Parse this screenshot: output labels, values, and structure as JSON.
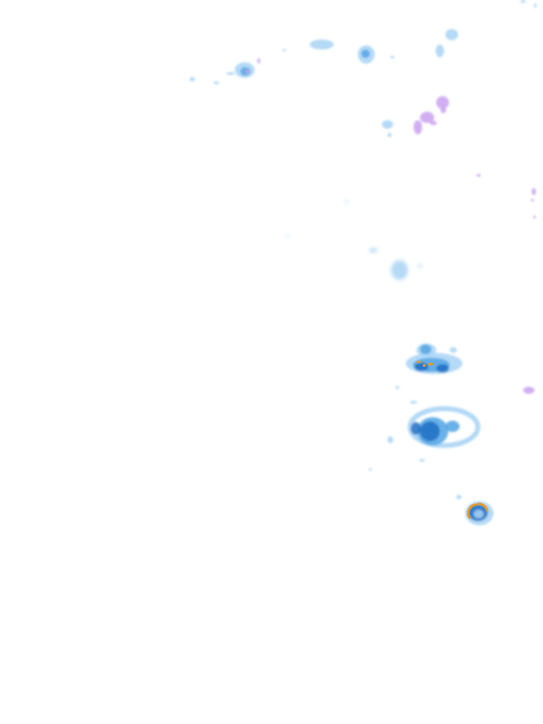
{
  "map": {
    "kind": "weather-radar-overlay",
    "background_color": "#ffffff",
    "palette": {
      "light_rain": "#a8d4f5",
      "moderate_rain": "#5aa9e6",
      "heavy_rain": "#1f6fc4",
      "very_heavy_rain": "#e39a2f",
      "hail_or_mixed": "#c9a0f0"
    },
    "echoes": [
      {
        "id": "north-cluster",
        "intensities": [
          "light_rain",
          "moderate_rain",
          "hail_or_mixed"
        ]
      },
      {
        "id": "northeast-cells",
        "intensities": [
          "light_rain",
          "moderate_rain"
        ]
      },
      {
        "id": "east-purple-specks",
        "intensities": [
          "hail_or_mixed"
        ]
      },
      {
        "id": "central-east-shower",
        "intensities": [
          "light_rain"
        ]
      },
      {
        "id": "storm-cell-a",
        "intensities": [
          "light_rain",
          "moderate_rain",
          "heavy_rain",
          "very_heavy_rain"
        ]
      },
      {
        "id": "storm-cell-b",
        "intensities": [
          "light_rain",
          "moderate_rain",
          "heavy_rain"
        ]
      },
      {
        "id": "storm-cell-c",
        "intensities": [
          "light_rain",
          "moderate_rain",
          "heavy_rain",
          "very_heavy_rain"
        ]
      }
    ]
  }
}
